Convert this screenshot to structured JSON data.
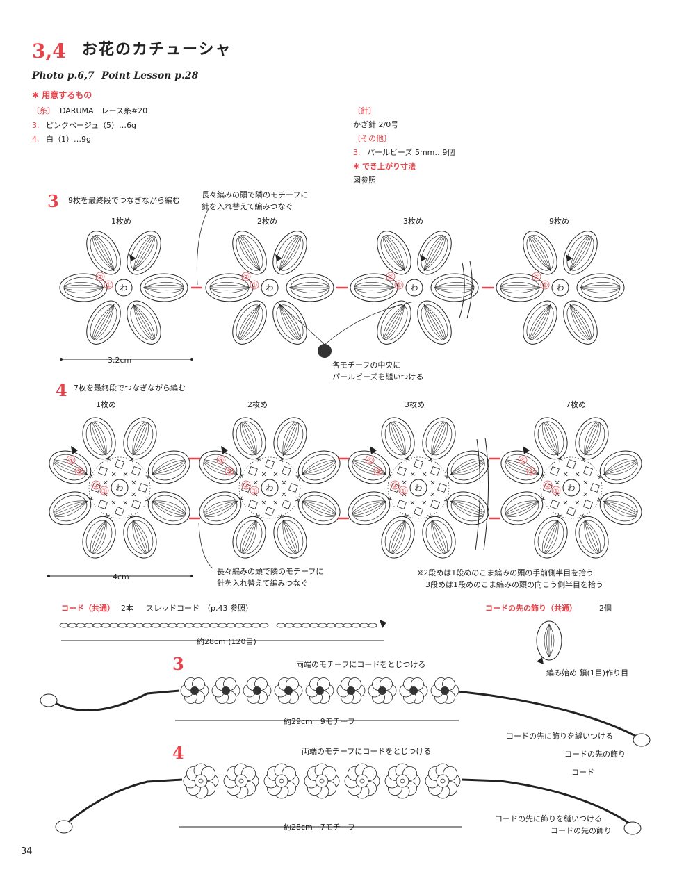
{
  "header": {
    "number": "3,4",
    "title": "お花のカチューシャ",
    "photo_ref": "Photo p.6,7",
    "lesson_ref": "Point Lesson p.28"
  },
  "materials": {
    "heading": "✱ 用意するもの",
    "yarn_label": "〔糸〕",
    "yarn": "DARUMA　レース糸#20",
    "item3_num": "3.",
    "item3": "ピンクベージュ（5）…6g",
    "item4_num": "4.",
    "item4": "白（1）…9g",
    "needle_label": "〔針〕",
    "needle": "かぎ針 2/0号",
    "other_label": "〔その他〕",
    "other3_num": "3.",
    "other3": "パールビーズ 5mm…9個",
    "size_heading": "✱ でき上がり寸法",
    "size": "図参照"
  },
  "section3": {
    "num": "3",
    "caption": "9枚を最終段でつなぎながら編む",
    "join_note_1": "長々編みの頭で隣のモチーフに",
    "join_note_2": "針を入れ替えて編みつなぐ",
    "labels": [
      "1枚め",
      "2枚め",
      "3枚め",
      "9枚め"
    ],
    "center": "わ",
    "dim": "3.2cm",
    "bead_note_1": "各モチーフの中央に",
    "bead_note_2": "パールビーズを縫いつける",
    "row1": "①",
    "row2": "②"
  },
  "section4": {
    "num": "4",
    "caption": "7枚を最終段でつなぎながら編む",
    "labels": [
      "1枚め",
      "2枚め",
      "3枚め",
      "7枚め"
    ],
    "center": "わ",
    "dim": "4cm",
    "join_note_1": "長々編みの頭で隣のモチーフに",
    "join_note_2": "針を入れ替えて編みつなぐ",
    "note_1": "※2段めは1段めのこま編みの頭の手前側半目を拾う",
    "note_2": "3段めは1段めのこま編みの頭の向こう側半目を拾う",
    "row1": "①",
    "row2": "②",
    "row3": "③",
    "row4": "④"
  },
  "cord": {
    "label": "コード（共通）",
    "count": "2本",
    "type": "スレッドコード",
    "ref": "（p.43 参照）",
    "dim": "約28cm (120目)"
  },
  "ornament": {
    "label": "コードの先の飾り（共通）",
    "count": "2個",
    "start_note": "編み始め 鎖(1目)作り目"
  },
  "assembly3": {
    "num": "3",
    "caption": "両端のモチーフにコードをとじつける",
    "dim": "約29cm　9モチーフ",
    "note_1": "コードの先に飾りを縫いつける",
    "note_2": "コードの先の飾り"
  },
  "assembly4": {
    "num": "4",
    "caption": "両端のモチーフにコードをとじつける",
    "dim": "約28cm　7モチーフ",
    "cord_label": "コード",
    "note_1": "コードの先に飾りを縫いつける",
    "note_2": "コードの先の飾り"
  },
  "page_number": "34",
  "colors": {
    "accent": "#e8434a",
    "ink": "#222222",
    "bead": "#333333"
  }
}
